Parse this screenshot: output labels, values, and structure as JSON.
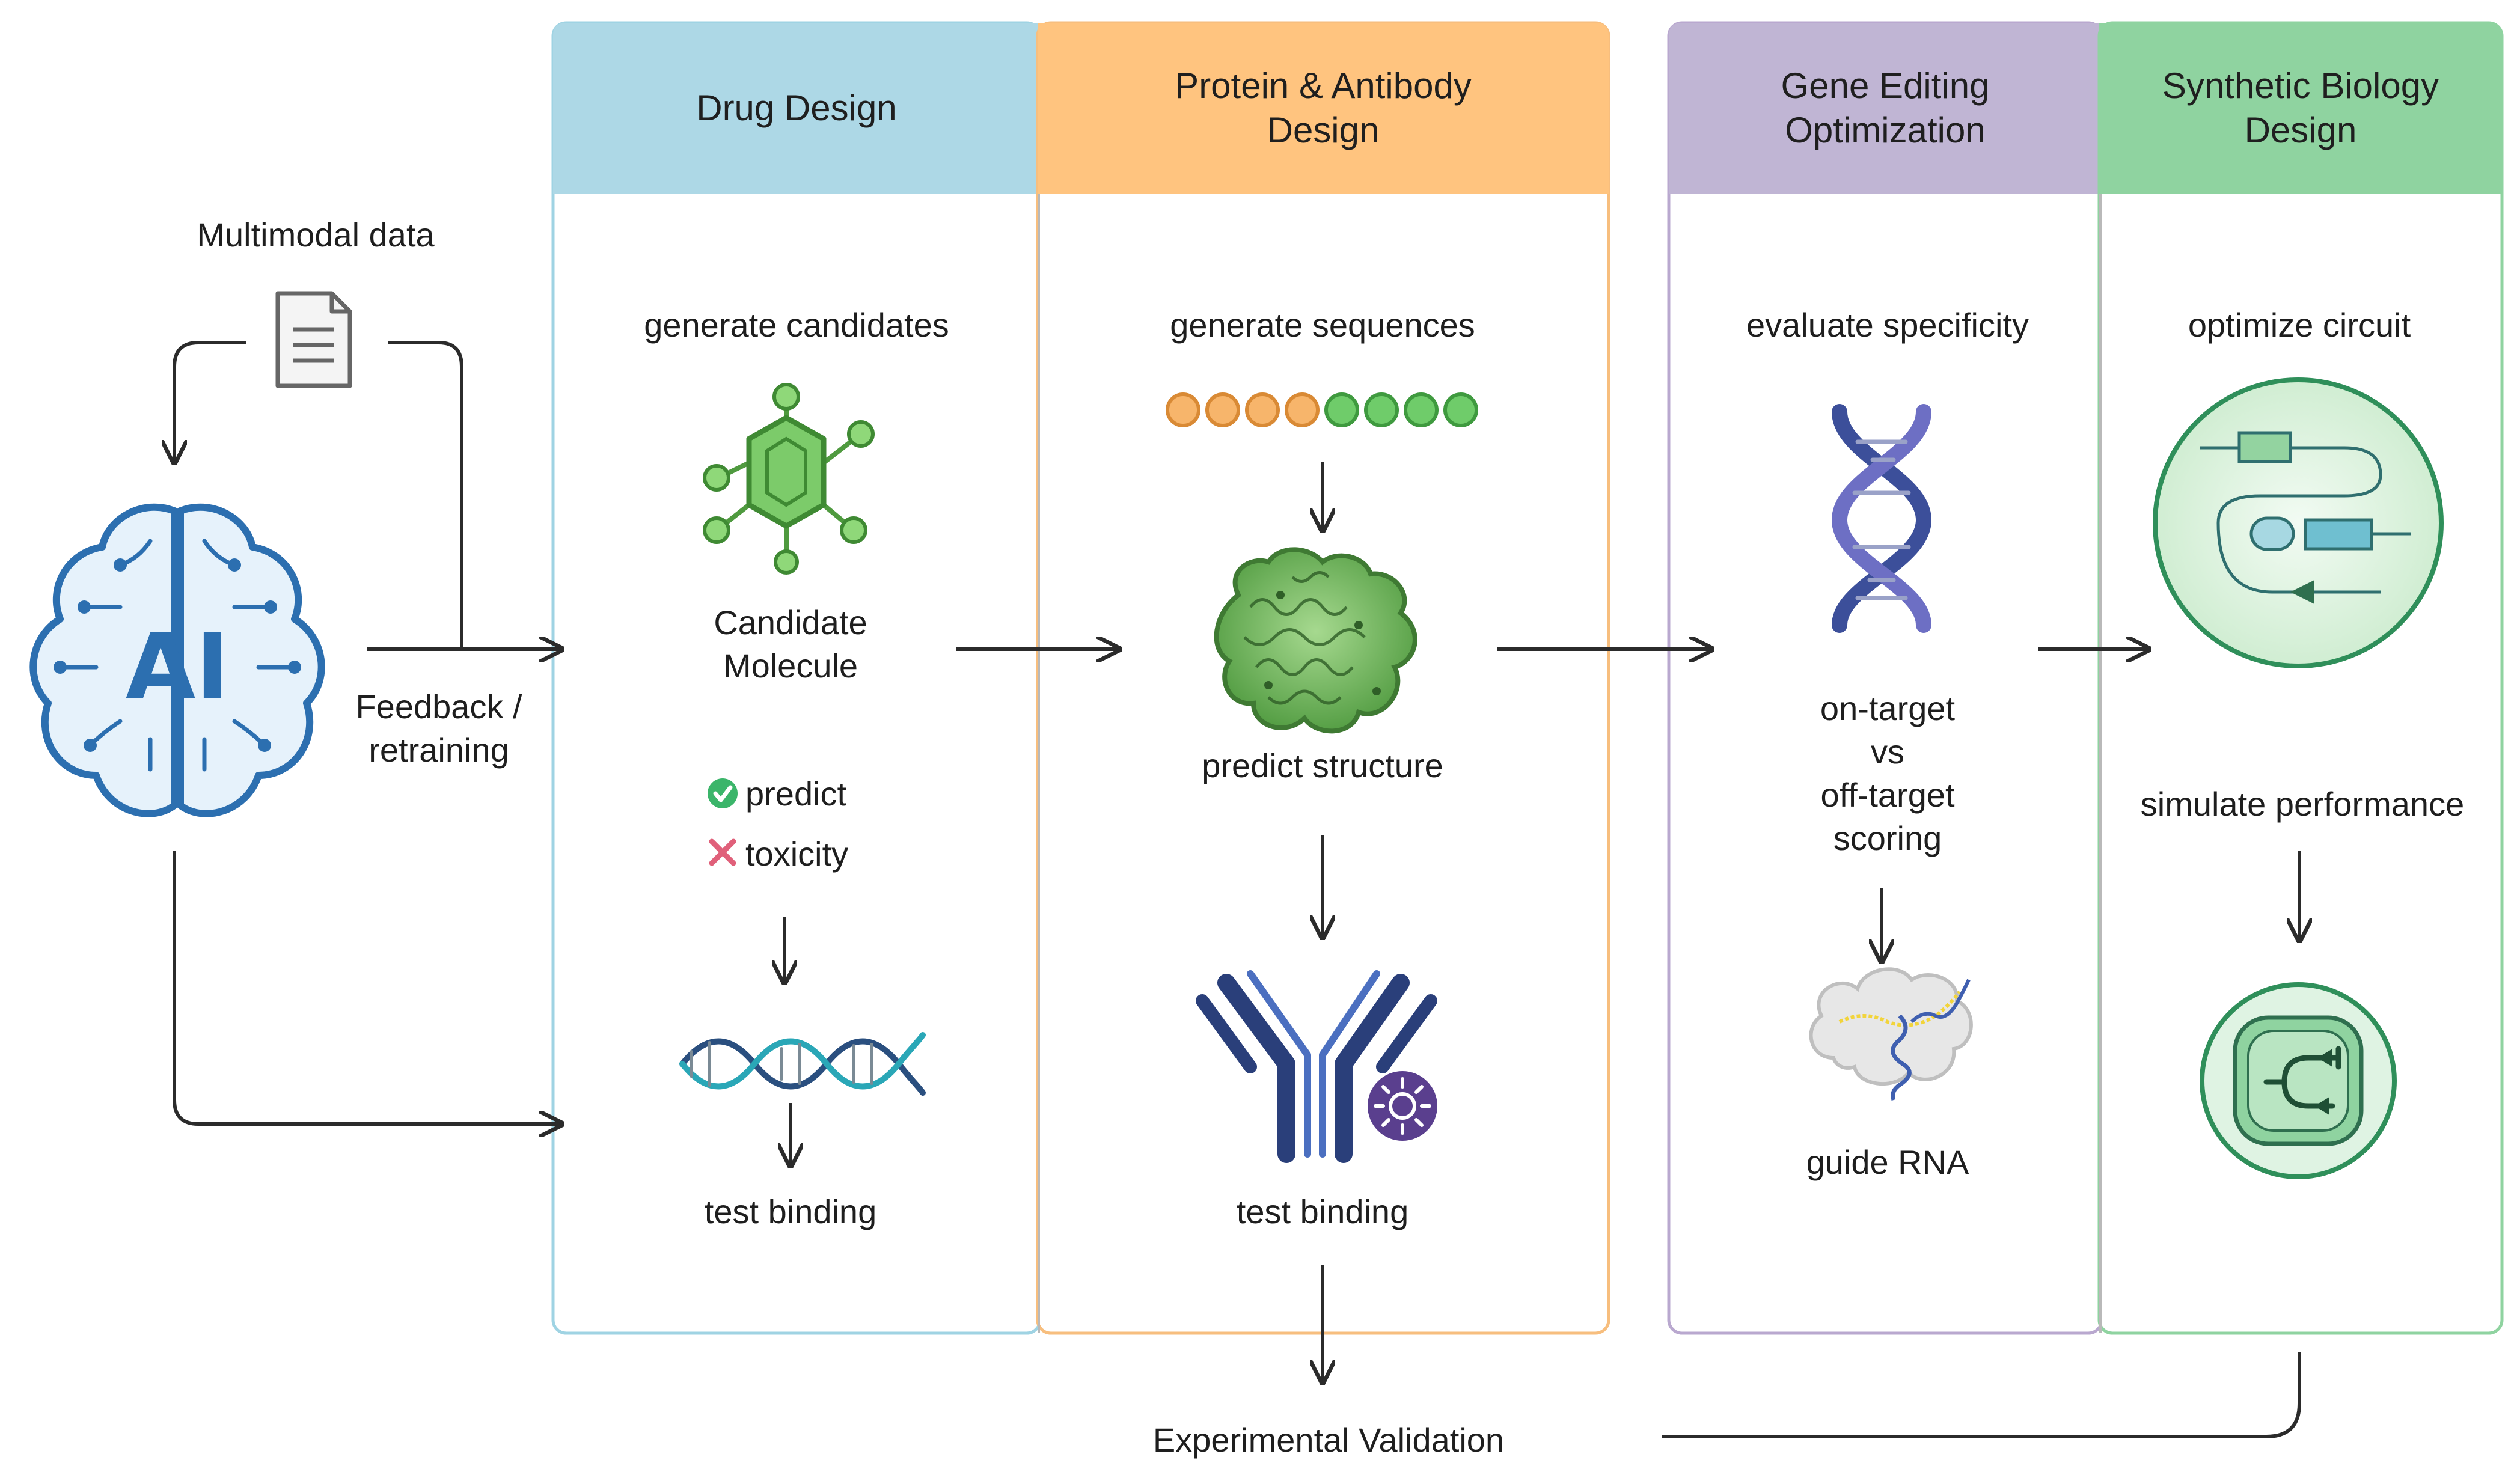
{
  "input": {
    "multimodal_label": "Multimodal data",
    "ai_label": "AI",
    "feedback_label": "Feedback /\nretraining"
  },
  "columns": [
    {
      "title": "Drug Design",
      "color": "#add8e6"
    },
    {
      "title": "Protein & Antibody\nDesign",
      "color": "#ffc47f"
    },
    {
      "title": "Gene Editing\nOptimization",
      "color": "#c0b5d4"
    },
    {
      "title": "Synthetic Biology\nDesign",
      "color": "#8fd3a0"
    }
  ],
  "drug": {
    "step1": "generate candidates",
    "molecule": "Candidate\nMolecule",
    "predict": "predict",
    "toxicity": "toxicity",
    "step_last": "test binding"
  },
  "protein": {
    "step1": "generate sequences",
    "step2": "predict structure",
    "step_last": "test binding"
  },
  "gene": {
    "step1": "evaluate specificity",
    "scoring": "on-target\nvs\noff-target\nscoring",
    "guide": "guide RNA"
  },
  "synbio": {
    "step1": "optimize circuit",
    "step2": "simulate performance"
  },
  "footer": {
    "validation": "Experimental Validation"
  },
  "colors": {
    "arrow": "#2b2b2b",
    "ai_blue": "#2c6fb0",
    "molecule_green": "#5bb04f",
    "dna_blue": "#3c4f9a",
    "antibody_blue": "#2a3f7a",
    "circuit_green": "#2f8f5a"
  }
}
